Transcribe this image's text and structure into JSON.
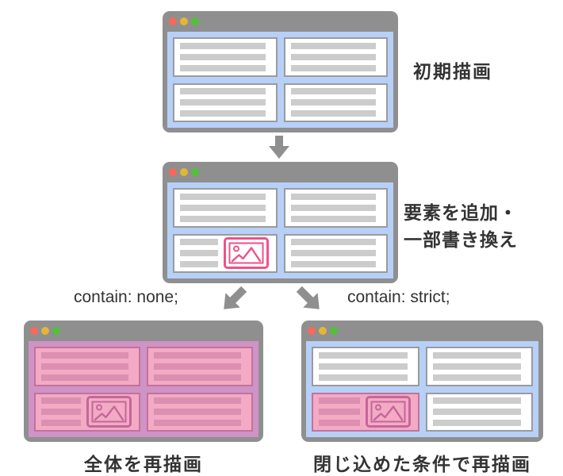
{
  "labels": {
    "initial": "初期描画",
    "update_line1": "要素を追加・",
    "update_line2": "一部書き換え",
    "contain_none": "contain: none;",
    "contain_strict": "contain: strict;",
    "redraw_full": "全体を再描画",
    "redraw_contained": "閉じ込めた条件で再描画"
  },
  "windows": [
    {
      "name": "initial-render",
      "image_block": false,
      "highlight": "none"
    },
    {
      "name": "after-update",
      "image_block": true,
      "highlight": "image-block"
    },
    {
      "name": "contain-none-result",
      "image_block": true,
      "highlight": "entire-viewport"
    },
    {
      "name": "contain-strict-result",
      "image_block": true,
      "highlight": "image-block-only"
    }
  ],
  "icons": {
    "window_controls": [
      "close-icon",
      "minimize-icon",
      "maximize-icon"
    ],
    "image_placeholder": "image-icon",
    "flow_arrows": [
      "arrow-down-icon",
      "arrow-down-left-icon",
      "arrow-down-right-icon"
    ]
  },
  "colors": {
    "window_frame": "#8f8f8f",
    "traffic_red": "#f8695a",
    "traffic_yellow": "#e2b637",
    "traffic_green": "#53c03a",
    "viewport_blue": "#b7d0f8",
    "card_bg": "#ffffff",
    "card_border": "#9b9b9b",
    "stripe_gray": "#cccccc",
    "highlight_pink": "#ee5287",
    "pink_card_bg": "#f3aac4",
    "pink_stripe": "#dc8fb1",
    "pink_border": "#c4719c",
    "pink_viewport": "#cf93c5",
    "pink_icon": "#c4679a",
    "arrow_gray": "#8f8f8f",
    "text_color": "#333333"
  }
}
